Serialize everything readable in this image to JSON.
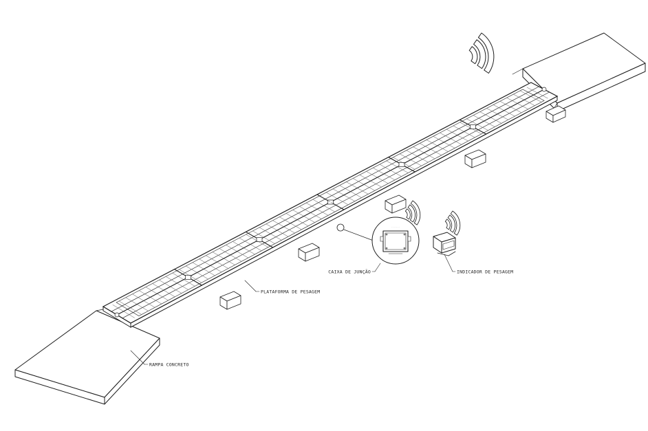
{
  "labels": {
    "rampa": "RAMPA CONCRETO",
    "plataforma": "PLATAFORMA DE PESAGEM",
    "caixa": "CAIXA DE JUNÇÃO",
    "indicador": "INDICADOR DE PESAGEM"
  },
  "icons": {
    "wireless_top": "wifi-signal-icon",
    "wireless_box": "wifi-signal-icon",
    "wireless_indicator": "wifi-signal-icon",
    "indicator_device": "weighing-indicator-icon",
    "junction_box": "junction-box-icon"
  },
  "colors": {
    "line": "#1e1e1e",
    "background": "#ffffff"
  }
}
